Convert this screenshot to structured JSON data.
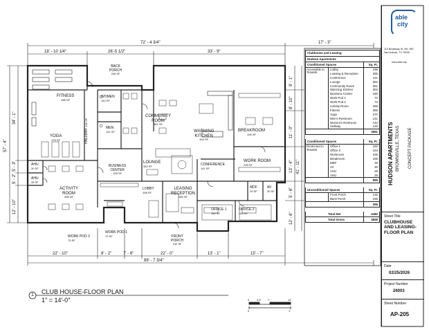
{
  "rooms": {
    "back_porch": {
      "name": "BACK\nPORCH",
      "area": "236 SF"
    },
    "fitness": {
      "name": "FITNESS",
      "area": "385 SF"
    },
    "yoga": {
      "name": "YOGA",
      "area": "270 SF"
    },
    "women": {
      "name": "WOMEN",
      "area": "142 SF"
    },
    "men": {
      "name": "MEN",
      "area": "141 SF"
    },
    "hallway": {
      "name": "HALLWAY",
      "area": "149 SF"
    },
    "community_room": {
      "name": "COMMUNITY\nROOM",
      "area": "361 SF"
    },
    "warming_kitchen": {
      "name": "WARMING\nKITCHEN",
      "area": "304 SF"
    },
    "breakroom": {
      "name": "BREAKROOM",
      "area": "195 SF"
    },
    "ahu1": {
      "name": "AHU",
      "area": "30 SF"
    },
    "ahu2": {
      "name": "AHU",
      "area": "28 SF"
    },
    "activity_room": {
      "name": "ACTIVITY\nROOM",
      "area": "458 SF"
    },
    "business_center": {
      "name": "BUSINESS\nCENTER",
      "area": "190 SF"
    },
    "lounge": {
      "name": "LOUNGE",
      "area": "352 SF"
    },
    "conference": {
      "name": "CONFERENCE",
      "area": "141 SF"
    },
    "work_room": {
      "name": "WORK ROOM",
      "area": "235 SF"
    },
    "lobby": {
      "name": "LOBBY",
      "area": "198 SF"
    },
    "leasing_reception": {
      "name": "LEASING\nRECEPTION",
      "area": "285 SF"
    },
    "mdf": {
      "name": "MDF",
      "area": "29 SF"
    },
    "av": {
      "name": "AV",
      "area": "30 SF"
    },
    "office1": {
      "name": "OFFICE 1",
      "area": "160 SF"
    },
    "office2": {
      "name": "OFFICE 2",
      "area": "164 SF"
    },
    "work_pod2": {
      "name": "WORK POD 2",
      "area": "73 SF"
    },
    "work_pod1": {
      "name": "WORK POD 1",
      "area": "72 SF"
    },
    "front_porch": {
      "name": "FRONT\nPORCH",
      "area": "132 SF"
    }
  },
  "dimensions": {
    "top_total": "72' - 4 3/4\"",
    "top_right": "17' - 3\"",
    "top_seg1": "18' - 10 1/4\"",
    "top_seg2": "26'-5 1/2\"",
    "top_seg3": "33' - 9\"",
    "left_total": "57' - 4\"",
    "left_upper": "34' - 1\"",
    "left_a": "5' - 3\"",
    "left_b": "5' - 2\"",
    "left_c": "12' - 10\"",
    "right_total": "41' - 11\"",
    "right_a": "9' - 1\"",
    "right_b": "8' - 10\"",
    "right_c": "11' - 0\"",
    "right_d": "13' - 4\"",
    "right_e": "5' - 6\"",
    "right_f": "12' - 6\"",
    "bot_seg1": "22' - 10\"",
    "bot_seg2": "8' - 2\"",
    "bot_seg3": "7' - 6\"",
    "bot_seg4": "22' - 0\"",
    "bot_seg5": "13' - 1\"",
    "bot_seg6": "15' - 7\"",
    "bot_total": "89' - 7 3/4\""
  },
  "title": {
    "number": "1",
    "name": "CLUB HOUSE-FLOOR PLAN",
    "scale": "1\" = 14'-0\""
  },
  "scale_bar": {
    "ticks": [
      "0",
      "3.5'",
      "7'",
      "14'"
    ],
    "zero": "0",
    "inch": "1\""
  },
  "schedule": {
    "header": "Clubhouse and Leasing",
    "project": "Hudson Apartments",
    "conditioned": {
      "title": "Conditioned Spaces",
      "unit": "Sq. Ft.",
      "group": "Accessible to Tenants",
      "rows": [
        [
          "Lobby",
          "198"
        ],
        [
          "Leasing & Reception",
          "285"
        ],
        [
          "Conference",
          "141"
        ],
        [
          "Lounge",
          "352"
        ],
        [
          "Community Room",
          "361"
        ],
        [
          "Warming Kitchen",
          "304"
        ],
        [
          "Business Center",
          "190"
        ],
        [
          "Work Pod 1",
          "72"
        ],
        [
          "Work Pod 2",
          "73"
        ],
        [
          "Activity Room",
          "458"
        ],
        [
          "Fitness",
          "385"
        ],
        [
          "Yoga",
          "270"
        ],
        [
          "Men's Restroom",
          "141"
        ],
        [
          "Women's Restroom",
          "142"
        ],
        [
          "Hallway",
          "149"
        ]
      ],
      "total": "3581"
    },
    "restricted": {
      "title": "Conditioned Spaces",
      "unit": "Sq. Ft.",
      "group": "Restricted to Tenants",
      "rows": [
        [
          "Office 1",
          "160"
        ],
        [
          "Office 2",
          "164"
        ],
        [
          "Workroom",
          "235"
        ],
        [
          "Breakroom",
          "195"
        ],
        [
          "MDF",
          "29"
        ],
        [
          "AV",
          "30"
        ],
        [
          "AHU",
          "28"
        ],
        [
          "AHU",
          "29"
        ]
      ],
      "total": "899"
    },
    "unconditioned": {
      "title": "Unconditioned Spaces",
      "unit": "Sq. Ft.",
      "rows": [
        [
          "Front Porch",
          "132"
        ],
        [
          "Back Porch",
          "236"
        ]
      ],
      "total": "368"
    },
    "total_net_label": "Total Net",
    "total_net": "4480",
    "total_gross_label": "Total Gross",
    "total_gross": "4848"
  },
  "title_block": {
    "logo_top": "able",
    "logo_bottom": "city",
    "address1": "110 Broadway St, Ste. 590",
    "address2": "San Antonio, TX 78205",
    "website": "www.able.city",
    "project_name": "HUDSON APARTMENTS",
    "project_location": "BROWNSVILLE, TEXAS",
    "package": "CONCEPT PACKAGE",
    "sheet_title_label": "Sheet Title",
    "sheet_title": "CLUBHOUSE AND LEASING-FLOOR PLAN",
    "date_label": "Date",
    "date": "02/25/2026",
    "project_number_label": "Project Number",
    "project_number": "26003",
    "sheet_number_label": "Sheet Number",
    "sheet_number": "AP-205"
  },
  "colors": {
    "line": "#222222",
    "accent": "#1e5aa0"
  }
}
